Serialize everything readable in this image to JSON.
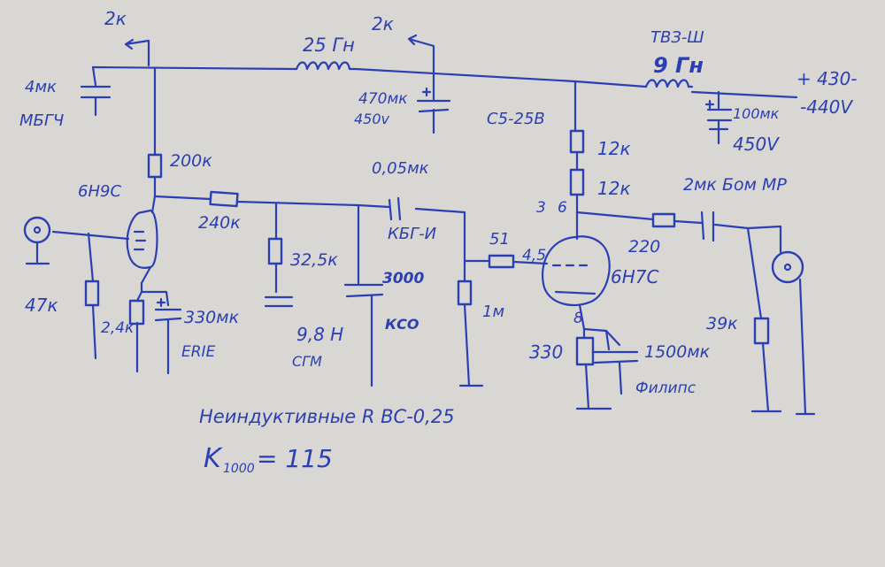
{
  "colors": {
    "paper": "#d9d7d3",
    "ink": "#2b3fb4"
  },
  "labels": {
    "pot_left": "2к",
    "pot_mid": "2к",
    "choke1": "25 Гн",
    "choke2_model": "ТВЗ-Ш",
    "choke2_value": "9 Гн",
    "supply_a": "+ 430-",
    "supply_b": "-440V",
    "c_left_value": "4мк",
    "c_left_type": "МБГЧ",
    "c470_value": "470мк",
    "c470_voltage": "450v",
    "cap_type_mid": "С5-25В",
    "c100_value": "100мк",
    "c100_voltage": "450V",
    "r200k": "200к",
    "tube1": "6Н9С",
    "r240k": "240к",
    "c005": "0,05мк",
    "kbg": "КБГ-И",
    "r325k": "32,5к",
    "c3000": "3000",
    "kso": "КСО",
    "ind98": "9,8 Н",
    "cgm": "СГМ",
    "r47k": "47к",
    "r24k": "2,4к",
    "c330": "330мк",
    "erie": "ERIE",
    "r12k_a": "12к",
    "r12k_b": "12к",
    "pin3": "3",
    "pin6": "6",
    "r51": "51",
    "pin45": "4,5",
    "r1m": "1м",
    "tube2": "6Н7С",
    "r220": "220",
    "c2mk": "2мк Бом МР",
    "pin8": "8",
    "r330": "330",
    "c1500": "1500мк",
    "philips": "Филипс",
    "r39k": "39к",
    "note_r": "Неиндуктивные R  ВС-0,25",
    "gain_k": "K",
    "gain_sub": "1000",
    "gain_eq": "= 115"
  }
}
